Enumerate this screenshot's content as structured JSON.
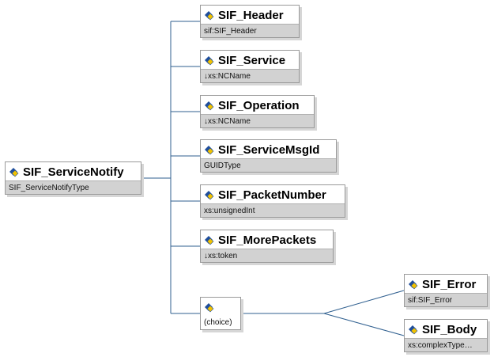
{
  "root": {
    "name": "SIF_ServiceNotify",
    "type": "SIF_ServiceNotifyType"
  },
  "sequence": [
    {
      "name": "SIF_Header",
      "type": "sif:SIF_Header"
    },
    {
      "name": "SIF_Service",
      "type": "↓xs:NCName"
    },
    {
      "name": "SIF_Operation",
      "type": "↓xs:NCName"
    },
    {
      "name": "SIF_ServiceMsgId",
      "type": "GUIDType"
    },
    {
      "name": "SIF_PacketNumber",
      "type": "xs:unsignedInt"
    },
    {
      "name": "SIF_MorePackets",
      "type": "↓xs:token"
    }
  ],
  "choice": {
    "label": "(choice)"
  },
  "choice_children": [
    {
      "name": "SIF_Error",
      "type": "sif:SIF_Error"
    },
    {
      "name": "SIF_Body",
      "type": "xs:complexType…"
    }
  ],
  "colors": {
    "line": "#2f5f8f",
    "icon_blue": "#1f4e9c",
    "icon_yellow": "#f2c200",
    "type_band": "#d2d2d2"
  }
}
